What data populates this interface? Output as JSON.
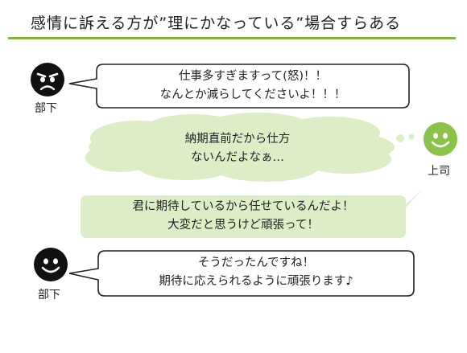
{
  "title": "感情に訴える方が”理にかなっている”場合すらある",
  "colors": {
    "accent": "#7cb342",
    "smile_face": "#8bc34a",
    "angry_face": "#111111",
    "soft_bubble": "#dcedc8",
    "thought_cloud": "#dcedc8"
  },
  "dialogue": [
    {
      "speaker": "部下",
      "face": "angry-face-icon",
      "bubble": "speech-outlined",
      "lines": [
        "仕事多すぎますって(怒)！！",
        "なんとか減らしてくださいよ！！！"
      ]
    },
    {
      "speaker": "上司",
      "face": "smile-face-icon",
      "bubble": "thought-cloud",
      "lines": [
        "納期直前だから仕方",
        "ないんだよなぁ…"
      ]
    },
    {
      "speaker": "上司",
      "face": "smile-face-icon",
      "bubble": "speech-filled",
      "lines": [
        "君に期待しているから任せているんだよ！",
        "大変だと思うけど頑張って！"
      ]
    },
    {
      "speaker": "部下",
      "face": "smile-face-icon",
      "bubble": "speech-outlined",
      "lines": [
        "そうだったんですね！",
        "期待に応えられるように頑張ります♪"
      ]
    }
  ]
}
